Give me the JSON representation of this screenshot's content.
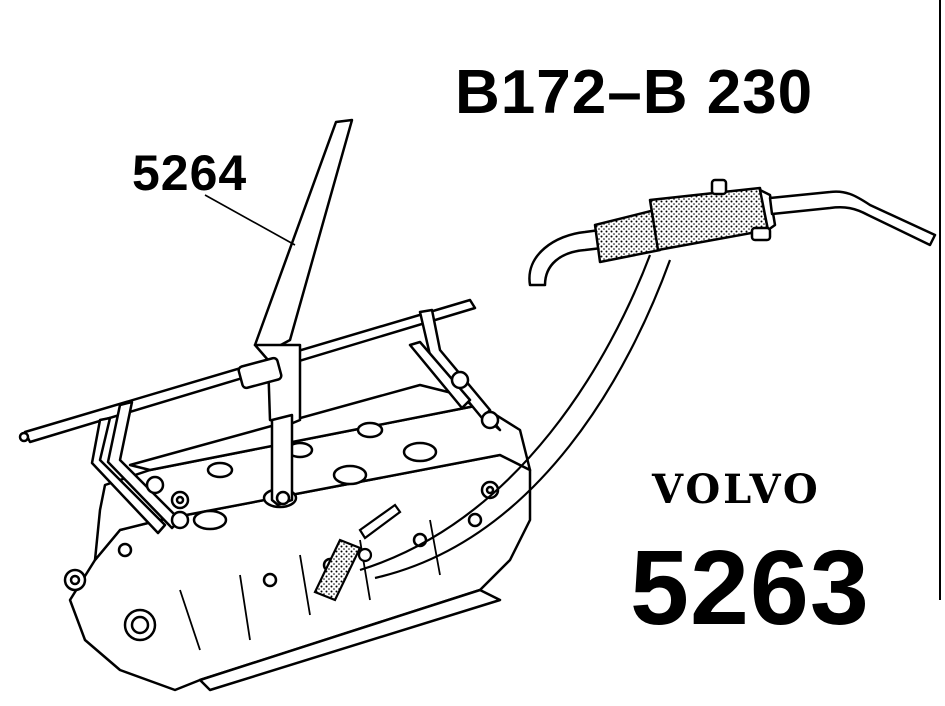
{
  "labels": {
    "model_range": "B172–B 230",
    "tool_5264": "5264",
    "brand": "VOLVO",
    "tool_5263": "5263"
  },
  "colors": {
    "ink": "#000000",
    "paper": "#ffffff"
  }
}
